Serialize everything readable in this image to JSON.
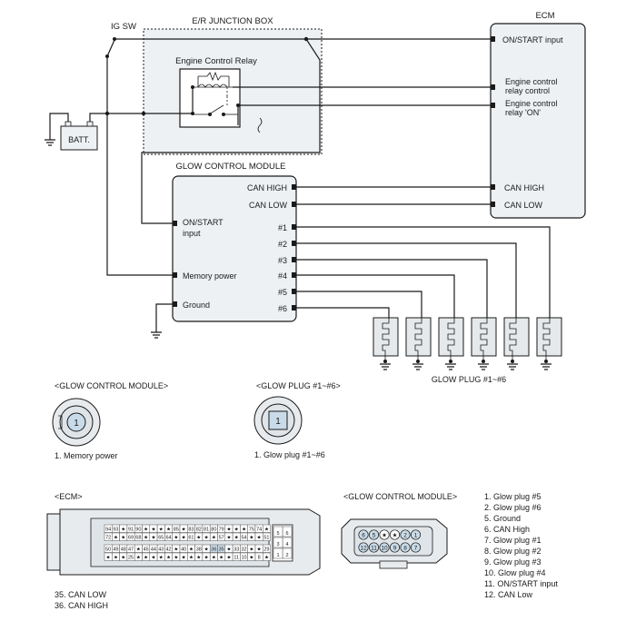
{
  "junction_box": {
    "title": "E/R JUNCTION BOX",
    "relay_title": "Engine Control Relay"
  },
  "switch_label": "IG SW",
  "battery_label": "BATT.",
  "ecm": {
    "title": "ECM",
    "pins": {
      "on_start": "ON/START input",
      "relay_control_1": "Engine control",
      "relay_control_2": "relay control",
      "relay_on_1": "Engine control",
      "relay_on_2": "relay 'ON'",
      "can_high": "CAN HIGH",
      "can_low": "CAN LOW"
    }
  },
  "gcm": {
    "title": "GLOW CONTROL MODULE",
    "left_pins": {
      "on_start_1": "ON/START",
      "on_start_2": "input",
      "memory": "Memory power",
      "ground": "Ground"
    },
    "right_pins": [
      "CAN HIGH",
      "CAN LOW",
      "#1",
      "#2",
      "#3",
      "#4",
      "#5",
      "#6"
    ]
  },
  "glow_plugs_label": "GLOW PLUG #1~#6",
  "connectors": {
    "gcm_single": {
      "title": "<GLOW CONTROL MODULE>",
      "pin": "1",
      "legend": "1. Memory power"
    },
    "glow_plug": {
      "title": "<GLOW PLUG #1~#6>",
      "pin": "1",
      "legend": "1. Glow plug #1~#6"
    },
    "ecm": {
      "title": "<ECM>",
      "legend": [
        "35. CAN LOW",
        "36. CAN HIGH"
      ],
      "row1": [
        "94",
        "93",
        "★",
        "91",
        "90",
        "★",
        "★",
        "★",
        "★",
        "85",
        "★",
        "83",
        "82",
        "81",
        "80",
        "79",
        "★",
        "★",
        "★",
        "75",
        "74",
        "★"
      ],
      "row2": [
        "72",
        "★",
        "★",
        "69",
        "68",
        "★",
        "★",
        "65",
        "64",
        "★",
        "★",
        "61",
        "★",
        "★",
        "★",
        "57",
        "★",
        "★",
        "54",
        "★",
        "★",
        "51"
      ],
      "row3": [
        "50",
        "49",
        "48",
        "47",
        "★",
        "45",
        "44",
        "43",
        "42",
        "★",
        "40",
        "★",
        "38",
        "★",
        "36",
        "35",
        "★",
        "33",
        "32",
        "★",
        "★",
        "29"
      ],
      "row4": [
        "★",
        "★",
        "★",
        "25",
        "★",
        "★",
        "★",
        "★",
        "★",
        "★",
        "★",
        "★",
        "★",
        "★",
        "★",
        "★",
        "★",
        "11",
        "10",
        "★",
        "8",
        "★"
      ],
      "side": [
        "6",
        "5",
        "4",
        "3",
        "2",
        "1"
      ]
    },
    "gcm_multi": {
      "title": "<GLOW CONTROL MODULE>",
      "top_row": [
        "6",
        "5",
        "★",
        "★",
        "2",
        "1"
      ],
      "bottom_row": [
        "12",
        "11",
        "10",
        "9",
        "8",
        "7"
      ],
      "legend": [
        "1. Glow plug #5",
        "2. Glow plug #6",
        "5. Ground",
        "6. CAN High",
        "7. Glow plug #1",
        "8. Glow plug #2",
        "9. Glow plug #3",
        "10. Glow plug #4",
        "11. ON/START input",
        "12. CAN Low"
      ]
    }
  }
}
